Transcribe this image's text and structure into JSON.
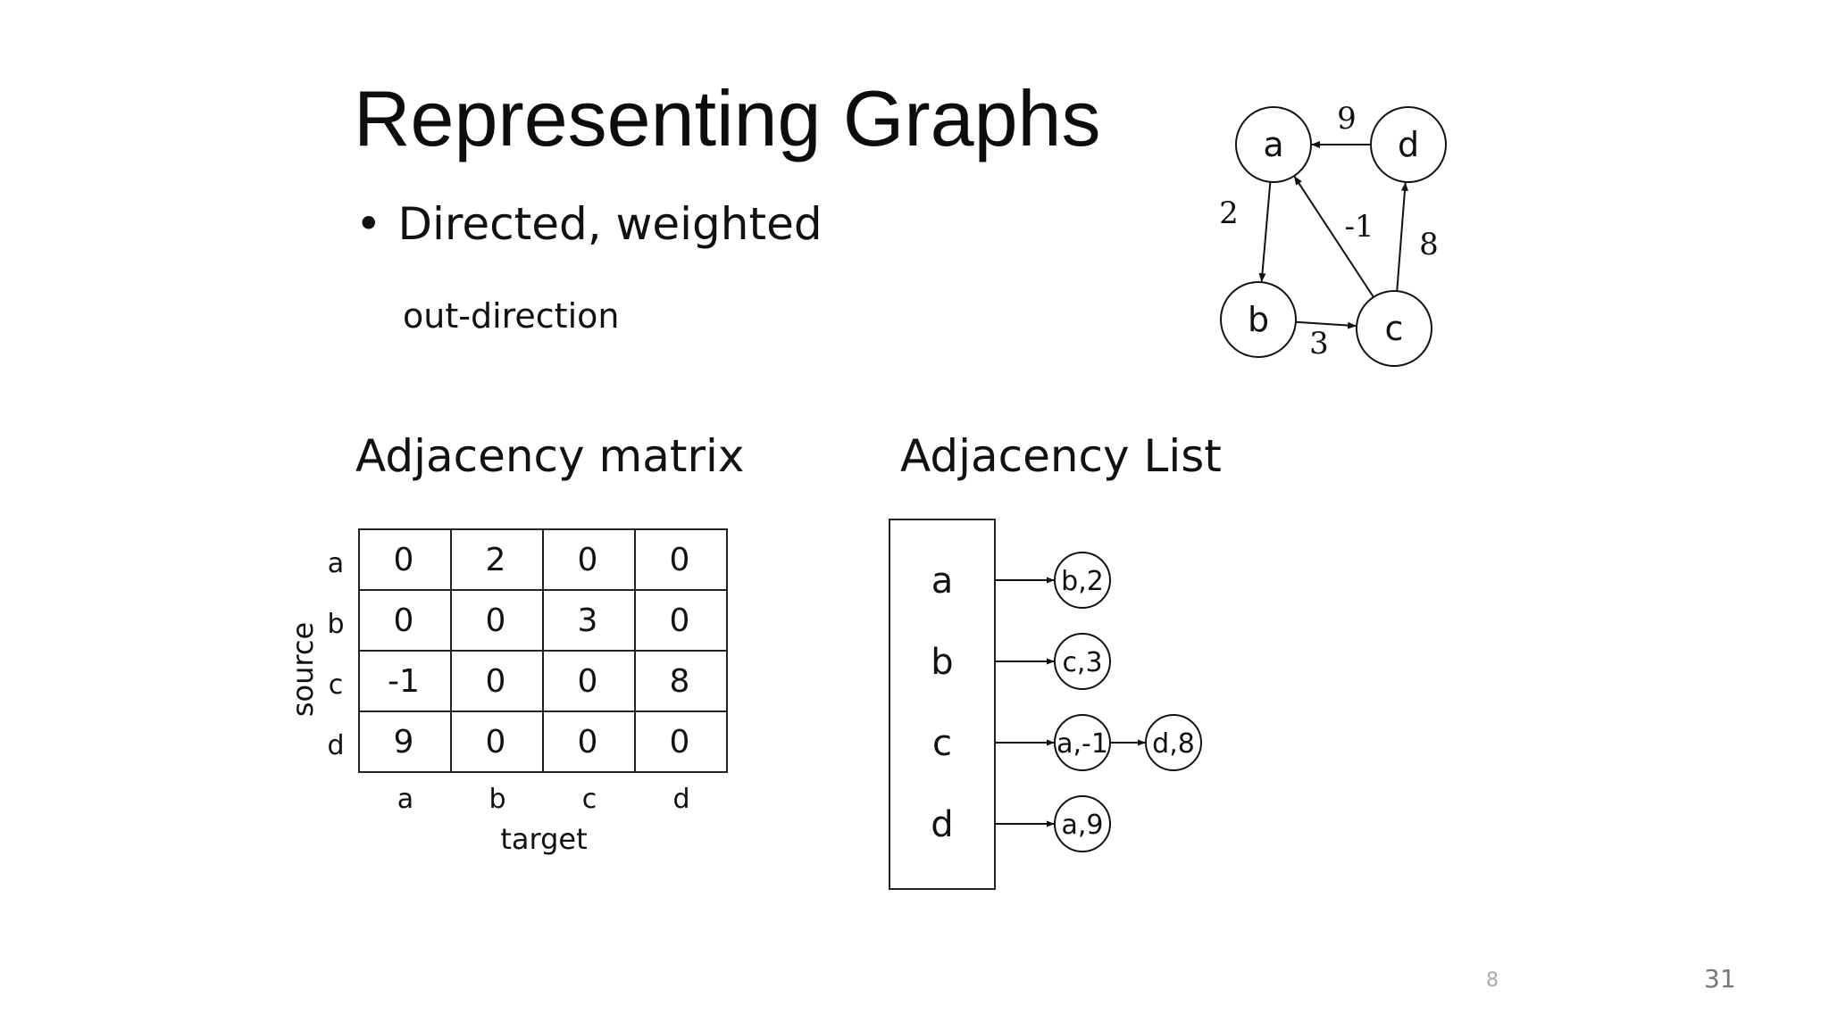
{
  "slide": {
    "title": "Representing Graphs",
    "bullet": "Directed, weighted",
    "bullet_marker": "•",
    "subnote": "out-direction",
    "matrix_heading": "Adjacency matrix",
    "list_heading": "Adjacency List",
    "faint_mark": "8",
    "page_number": "31"
  },
  "graph": {
    "nodes": [
      "a",
      "b",
      "c",
      "d"
    ],
    "edges": [
      {
        "from": "a",
        "to": "b",
        "weight": "2"
      },
      {
        "from": "b",
        "to": "c",
        "weight": "3"
      },
      {
        "from": "c",
        "to": "a",
        "weight": "-1"
      },
      {
        "from": "c",
        "to": "d",
        "weight": "8"
      },
      {
        "from": "d",
        "to": "a",
        "weight": "9"
      }
    ]
  },
  "matrix": {
    "row_labels": [
      "a",
      "b",
      "c",
      "d"
    ],
    "col_labels": [
      "a",
      "b",
      "c",
      "d"
    ],
    "row_axis_label": "source",
    "col_axis_label": "target",
    "cells": [
      [
        "0",
        "2",
        "0",
        "0"
      ],
      [
        "0",
        "0",
        "3",
        "0"
      ],
      [
        "-1",
        "0",
        "0",
        "8"
      ],
      [
        "9",
        "0",
        "0",
        "0"
      ]
    ]
  },
  "adjacency_list": [
    {
      "key": "a",
      "entries": [
        "b,2"
      ]
    },
    {
      "key": "b",
      "entries": [
        "c,3"
      ]
    },
    {
      "key": "c",
      "entries": [
        "a,-1",
        "d,8"
      ]
    },
    {
      "key": "d",
      "entries": [
        "a,9"
      ]
    }
  ]
}
